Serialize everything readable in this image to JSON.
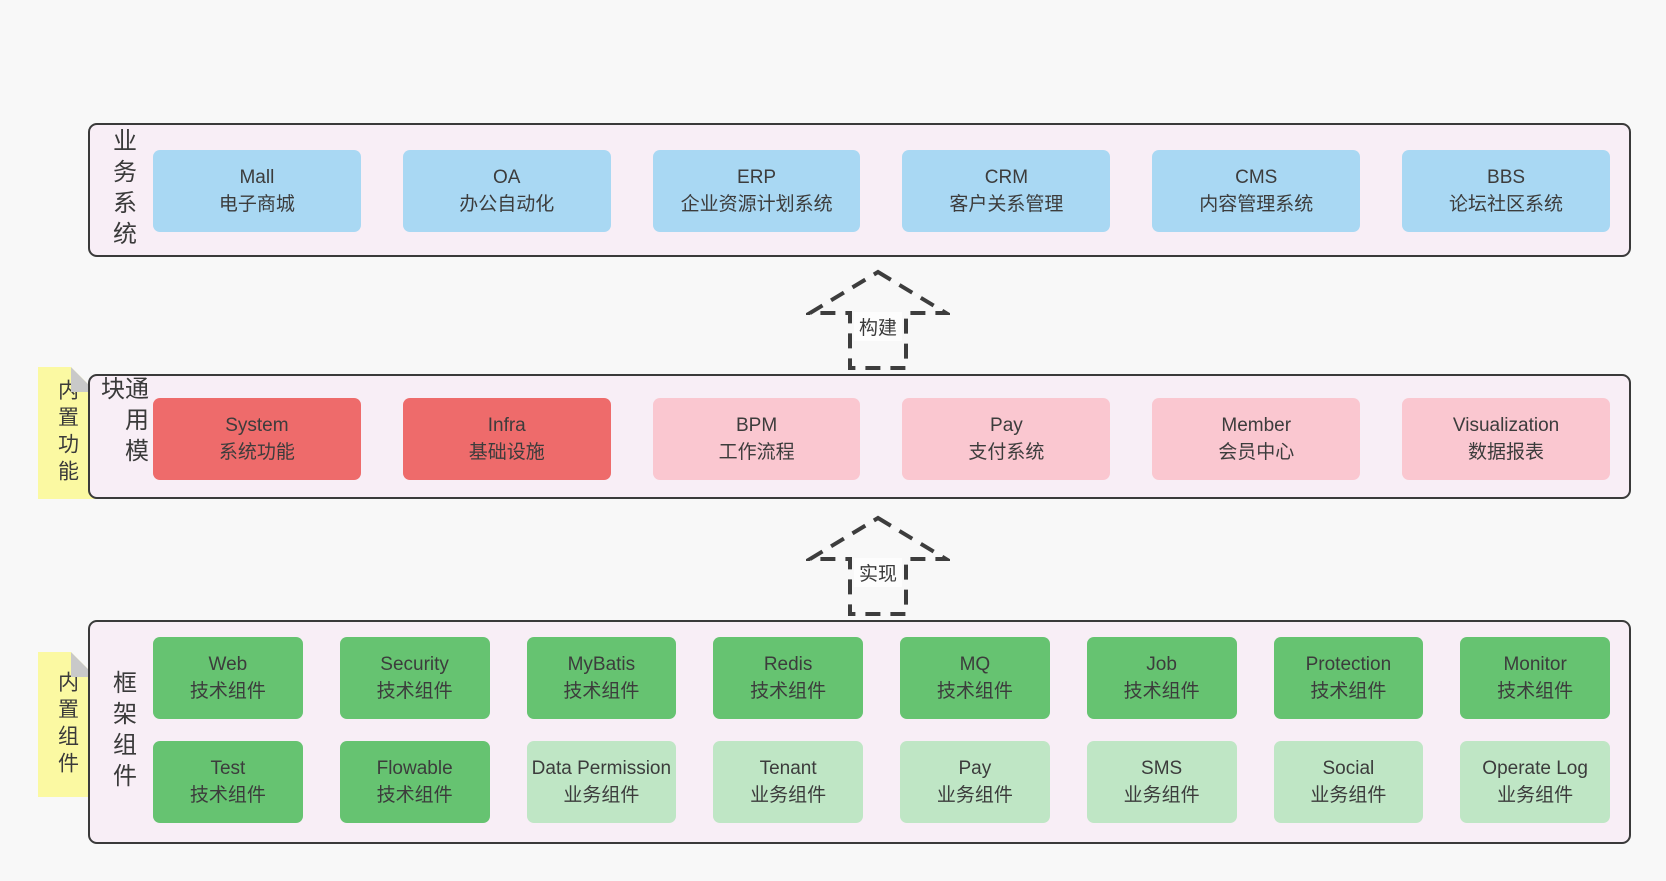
{
  "palette": {
    "page_bg": "#f8f8f8",
    "layer_bg": "#f8eef6",
    "layer_border": "#3a3a3a",
    "business_box": "#a9d8f3",
    "core_module_box": "#ee6b6b",
    "module_box": "#fac7d0",
    "tech_component_box": "#66c371",
    "biz_component_box": "#bfe6c5",
    "note_bg": "#fbf9a2",
    "note_fold": "#c9c9c9",
    "text": "#3a3a3a"
  },
  "layers": [
    {
      "label": "业务系统",
      "rows": [
        [
          {
            "name": "Mall",
            "desc": "电子商城"
          },
          {
            "name": "OA",
            "desc": "办公自动化"
          },
          {
            "name": "ERP",
            "desc": "企业资源计划系统"
          },
          {
            "name": "CRM",
            "desc": "客户关系管理"
          },
          {
            "name": "CMS",
            "desc": "内容管理系统"
          },
          {
            "name": "BBS",
            "desc": "论坛社区系统"
          }
        ]
      ]
    },
    {
      "label": "通用模块",
      "note": "内置功能",
      "rows": [
        [
          {
            "name": "System",
            "desc": "系统功能"
          },
          {
            "name": "Infra",
            "desc": "基础设施"
          },
          {
            "name": "BPM",
            "desc": "工作流程"
          },
          {
            "name": "Pay",
            "desc": "支付系统"
          },
          {
            "name": "Member",
            "desc": "会员中心"
          },
          {
            "name": "Visualization",
            "desc": "数据报表"
          }
        ]
      ]
    },
    {
      "label": "框架组件",
      "note": "内置组件",
      "rows": [
        [
          {
            "name": "Web",
            "desc": "技术组件"
          },
          {
            "name": "Security",
            "desc": "技术组件"
          },
          {
            "name": "MyBatis",
            "desc": "技术组件"
          },
          {
            "name": "Redis",
            "desc": "技术组件"
          },
          {
            "name": "MQ",
            "desc": "技术组件"
          },
          {
            "name": "Job",
            "desc": "技术组件"
          },
          {
            "name": "Protection",
            "desc": "技术组件"
          },
          {
            "name": "Monitor",
            "desc": "技术组件"
          }
        ],
        [
          {
            "name": "Test",
            "desc": "技术组件"
          },
          {
            "name": "Flowable",
            "desc": "技术组件"
          },
          {
            "name": "Data Permission",
            "desc": "业务组件"
          },
          {
            "name": "Tenant",
            "desc": "业务组件"
          },
          {
            "name": "Pay",
            "desc": "业务组件"
          },
          {
            "name": "SMS",
            "desc": "业务组件"
          },
          {
            "name": "Social",
            "desc": "业务组件"
          },
          {
            "name": "Operate Log",
            "desc": "业务组件"
          }
        ]
      ]
    }
  ],
  "arrows": [
    {
      "label": "构建"
    },
    {
      "label": "实现"
    }
  ]
}
